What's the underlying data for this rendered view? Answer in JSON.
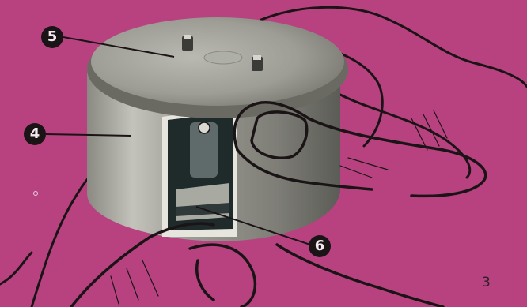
{
  "callouts": {
    "five": "5",
    "four": "4",
    "six": "6"
  },
  "page_number": "3",
  "colors": {
    "background": "#b7427f",
    "ink": "#1b1416"
  },
  "illustration": {
    "icon": "cylindrical-device-held-in-hands"
  }
}
